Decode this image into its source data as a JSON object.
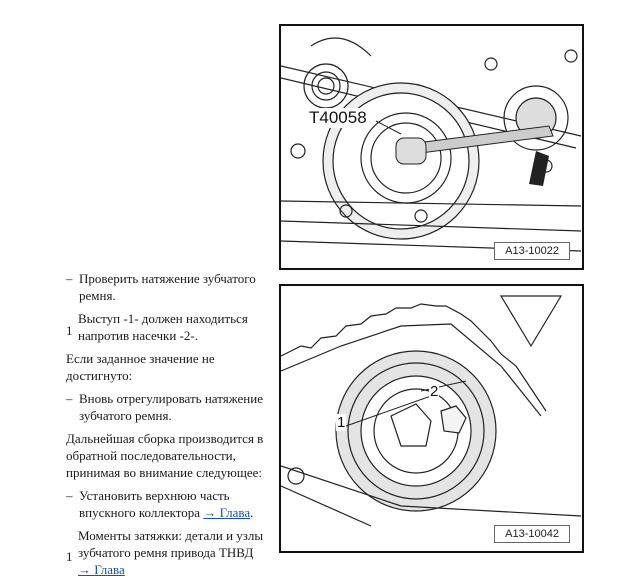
{
  "text": {
    "step1": "Проверить натяжение зубчатого ремня.",
    "note1_number": "1",
    "note1": "Выступ -1- должен находиться напротив насечки -2-.",
    "condition": "Если заданное значение не достигнуто:",
    "step2": "Вновь отрегулировать натяжение зубчатого ремня.",
    "assembly": "Дальнейшая сборка производится в обратной последовательности, принимая во внимание следующее:",
    "step3_text": "Установить верхнюю часть впускного коллектора",
    "step3_link": "→ Глава",
    "step3_end": ".",
    "note2_number": "1",
    "note2_text": "Моменты затяжки: детали и узлы зубчатого ремня привода ТНВД",
    "note2_link": "→ Глава",
    "dash": "–"
  },
  "figures": [
    {
      "code": "A13-10022",
      "callout": "T40058"
    },
    {
      "code": "A13-10042",
      "callouts": [
        "1",
        "2"
      ]
    }
  ],
  "colors": {
    "link": "#1a4fa8",
    "frame": "#111111"
  }
}
